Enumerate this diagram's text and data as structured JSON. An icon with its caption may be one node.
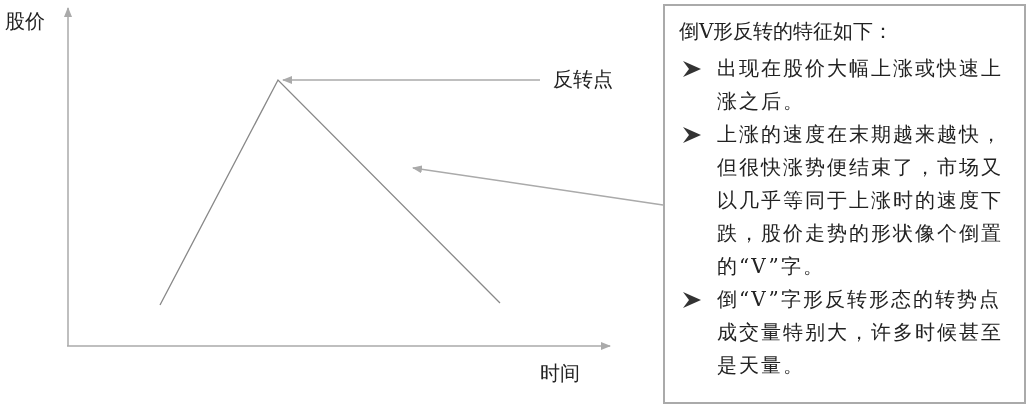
{
  "diagram": {
    "nodes": [
      {
        "text": [
          "倒V形反转的特征如下：",
          "出现在股价大幅上涨或快速上涨之后。",
          "上涨的速度在末期越来越快，但很快涨势便结束了，市场又以几乎等同于上涨时的速度下跌，股价走势的形状像个倒置的“V”字。",
          "倒“V”字形反转形态的转势点成交量特别大，许多时候甚至是天量。"
        ]
      },
      {
        "text": [
          "反转点"
        ]
      }
    ],
    "edges": [
      {
        "from": 1,
        "to": null,
        "arrow": "to"
      },
      {
        "from": 0,
        "to": null,
        "arrow": "to"
      }
    ],
    "labels": [
      "股价",
      "时间"
    ]
  }
}
